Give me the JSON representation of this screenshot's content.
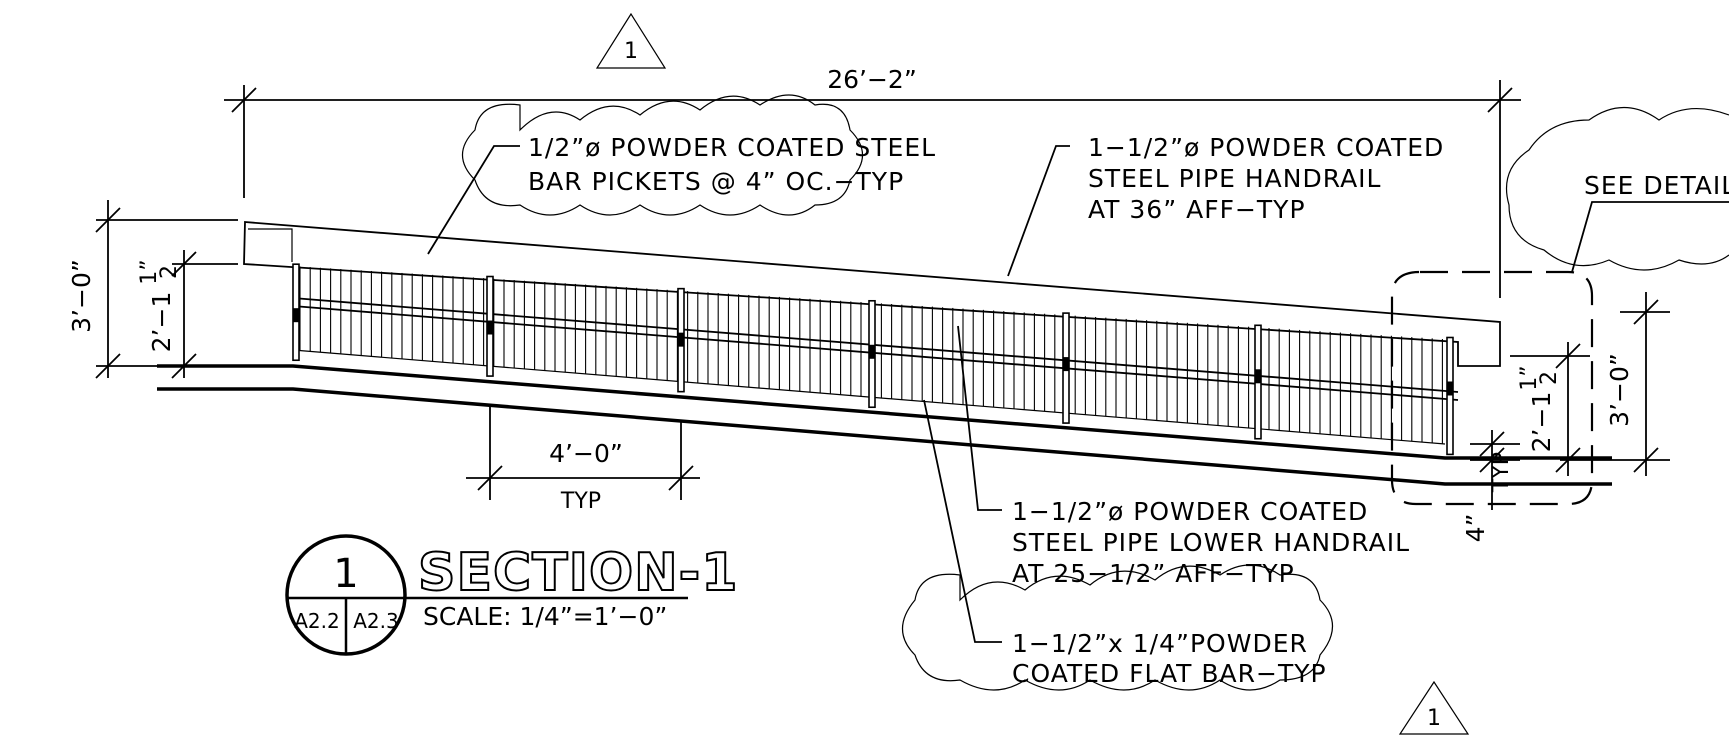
{
  "revision_tags": {
    "top": "1",
    "bottom": "1"
  },
  "dimensions": {
    "overall_length": "26’−2”",
    "left_rail_height": "3’−0”",
    "left_lower_rail_height": "2’−1",
    "post_spacing": "4’−0”",
    "post_spacing_typ": "TYP",
    "right_rail_height": "3’−0”",
    "right_lower_rail_height": "2’−1",
    "fraction_num": "1”",
    "fraction_den": "2",
    "toe_gap": "4”",
    "toe_gap_typ": "TYP"
  },
  "notes": {
    "pickets": [
      "1/2”ø POWDER COATED STEEL",
      "BAR PICKETS @ 4” OC.−TYP"
    ],
    "handrail": [
      "1−1/2”ø POWDER COATED",
      "STEEL PIPE HANDRAIL",
      "AT 36” AFF−TYP"
    ],
    "lower_handrail": [
      "1−1/2”ø POWDER COATED",
      "STEEL PIPE LOWER HANDRAIL",
      "AT 25−1/2” AFF−TYP"
    ],
    "flat_bar": [
      "1−1/2”x 1/4”POWDER",
      "COATED FLAT BAR−TYP"
    ],
    "see_detail": "SEE DETAIL"
  },
  "section_marker": {
    "number": "1",
    "sheet_left": "A2.2",
    "sheet_right": "A2.3",
    "title": "SECTION-1",
    "scale": "SCALE:  1/4”=1’−0”"
  }
}
